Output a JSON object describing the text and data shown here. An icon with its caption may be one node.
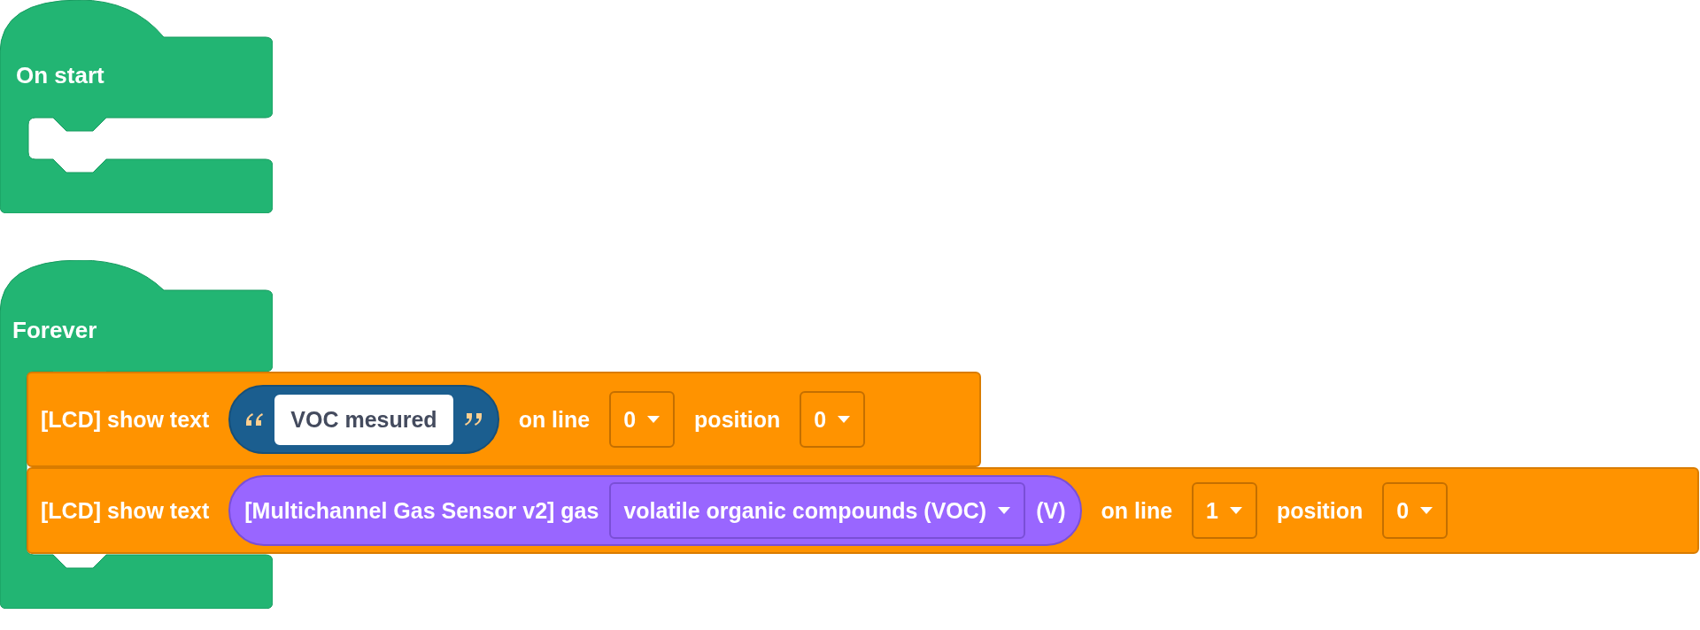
{
  "diagram": {
    "nodes": [
      {
        "text": [
          "On start"
        ]
      },
      {
        "text": [
          "Forever"
        ]
      },
      {
        "text": [
          "[LCD] show text",
          "on line",
          "position"
        ]
      },
      {
        "text": [],
        "shape": "capsule",
        "in": 2
      },
      {
        "text": [
          "VOC mesured"
        ],
        "in": 3
      },
      {
        "text": [
          "0"
        ],
        "in": 2
      },
      {
        "text": [
          "0"
        ],
        "in": 2
      },
      {
        "text": [
          "[LCD] show text",
          "on line",
          "position"
        ]
      },
      {
        "text": [
          "[Multichannel Gas Sensor v2] gas",
          "(V)"
        ],
        "in": 7
      },
      {
        "text": [
          "volatile organic compounds (VOC)"
        ],
        "in": 8
      },
      {
        "text": [
          "1"
        ],
        "in": 7
      },
      {
        "text": [
          "0"
        ],
        "in": 7
      }
    ]
  }
}
